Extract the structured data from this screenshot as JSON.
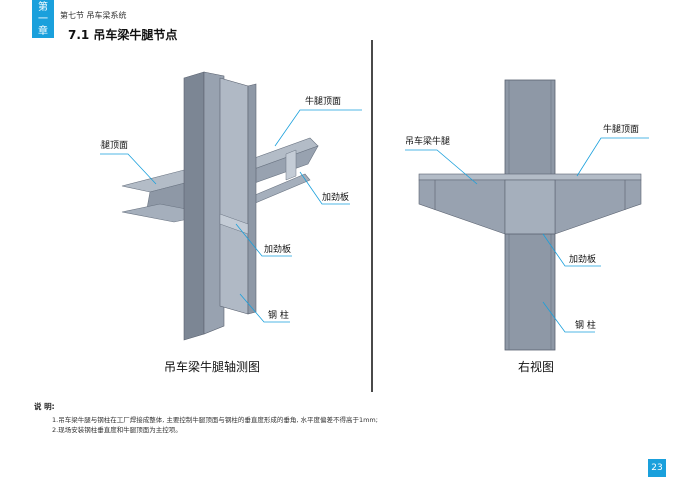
{
  "chapter": {
    "line1": "第",
    "line2": "一",
    "line3": "章"
  },
  "section_label": "第七节 吊车梁系统",
  "title": "7.1 吊车梁牛腿节点",
  "left_figure": {
    "caption": "吊车梁牛腿轴测图",
    "labels": {
      "top_face_right": "牛腿顶面",
      "top_face_left": "牛腿顶面",
      "stiffener_right": "加劲板",
      "stiffener_center": "加劲板",
      "column": "钢 柱"
    }
  },
  "right_figure": {
    "caption": "右视图",
    "labels": {
      "bracket": "吊车梁牛腿",
      "top_face": "牛腿顶面",
      "stiffener": "加劲板",
      "column": "钢 柱"
    }
  },
  "notes": {
    "title": "说 明:",
    "items": [
      "1.吊车梁牛腿与钢柱在工厂焊接成整体, 主要控制牛腿顶面与钢柱的垂直度形成的垂角, 水平度偏差不得高于1mm;",
      "2.现场安装钢柱垂直度和牛腿顶面为主控项。"
    ]
  },
  "page_number": "23",
  "colors": {
    "accent": "#1aa0dc",
    "steel": "#8e98a6",
    "steel_dark": "#6a7482",
    "steel_light": "#b3bcc7"
  }
}
